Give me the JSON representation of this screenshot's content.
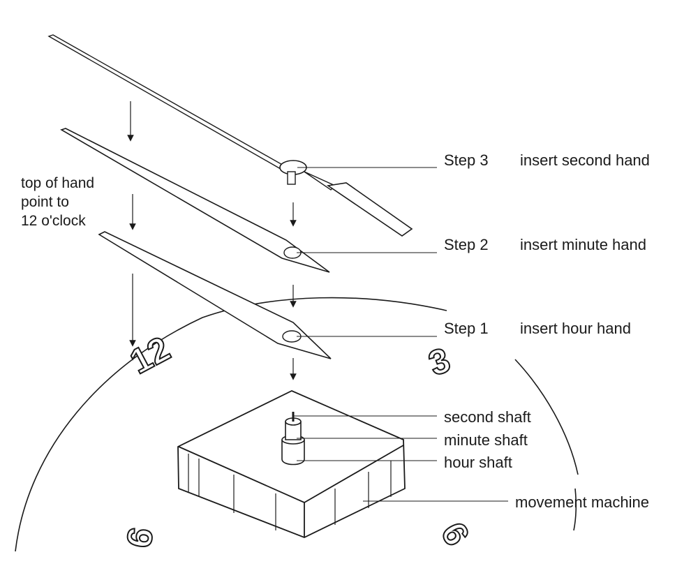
{
  "note": {
    "line1": "top of hand",
    "line2": "point to",
    "line3": "12 o'clock"
  },
  "steps": [
    {
      "step": "Step 3",
      "action": "insert second hand"
    },
    {
      "step": "Step 2",
      "action": "insert minute hand"
    },
    {
      "step": "Step 1",
      "action": "insert hour hand"
    }
  ],
  "parts": {
    "second_shaft": "second shaft",
    "minute_shaft": "minute shaft",
    "hour_shaft": "hour shaft",
    "movement": "movement  machine"
  },
  "dial_numbers": {
    "twelve": "12",
    "three": "3",
    "six": "6",
    "nine": "9"
  }
}
